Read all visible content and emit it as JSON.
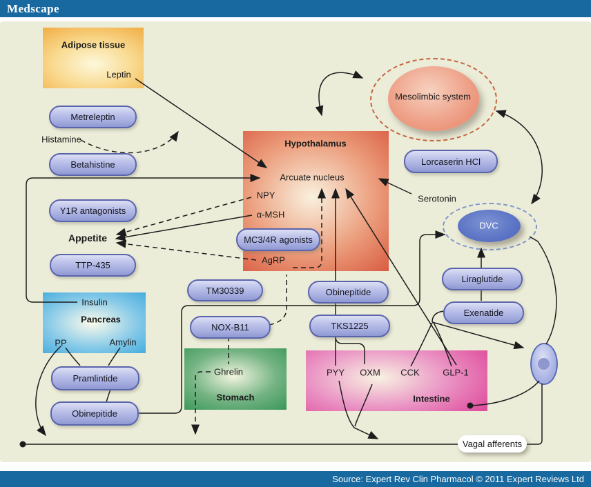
{
  "header": {
    "brand": "Medscape"
  },
  "footer": {
    "source": "Source: Expert Rev Clin Pharmacol © 2011 Expert Reviews Ltd"
  },
  "organs": {
    "adipose": {
      "title": "Adipose tissue",
      "leptin": "Leptin"
    },
    "hypothalamus": {
      "title": "Hypothalamus",
      "arcuate": "Arcuate nucleus",
      "npy": "NPY",
      "amsh": "α-MSH",
      "agrp": "AgRP"
    },
    "pancreas": {
      "title": "Pancreas",
      "insulin": "Insulin",
      "pp": "PP",
      "amylin": "Amylin"
    },
    "stomach": {
      "title": "Stomach",
      "ghrelin": "Ghrelin"
    },
    "intestine": {
      "title": "Intestine",
      "pyy": "PYY",
      "oxm": "OXM",
      "cck": "CCK",
      "glp1": "GLP-1"
    },
    "mesolimbic": {
      "title": "Mesolimbic system"
    },
    "dvc": {
      "title": "DVC"
    }
  },
  "drugs": {
    "metreleptin": "Metreleptin",
    "betahistine": "Betahistine",
    "y1r": "Y1R antagonists",
    "ttp435": "TTP-435",
    "mc34r": "MC3/4R agonists",
    "tm30339": "TM30339",
    "noxb11": "NOX-B11",
    "pramlintide": "Pramlintide",
    "obinepitide_pancreas": "Obinepitide",
    "obinepitide_gut": "Obinepitide",
    "tks1225": "TKS1225",
    "lorcaserin": "Lorcaserin HCl",
    "liraglutide": "Liraglutide",
    "exenatide": "Exenatide"
  },
  "labels": {
    "histamine": "Histamine",
    "appetite": "Appetite",
    "serotonin": "Serotonin",
    "vagal": "Vagal afferents"
  },
  "colors": {
    "bar_blue": "#17699f",
    "canvas_beige": "#ecedd9",
    "pill_border": "#5a64ac",
    "adipose_orange": "#f0a83c",
    "hypothalamus_red": "#d95c42",
    "pancreas_blue": "#37a6da",
    "stomach_green": "#2e9152",
    "intestine_pink": "#df4f9d",
    "mesolimbic_salmon": "#e77e62",
    "dvc_blue": "#5b74c4"
  }
}
